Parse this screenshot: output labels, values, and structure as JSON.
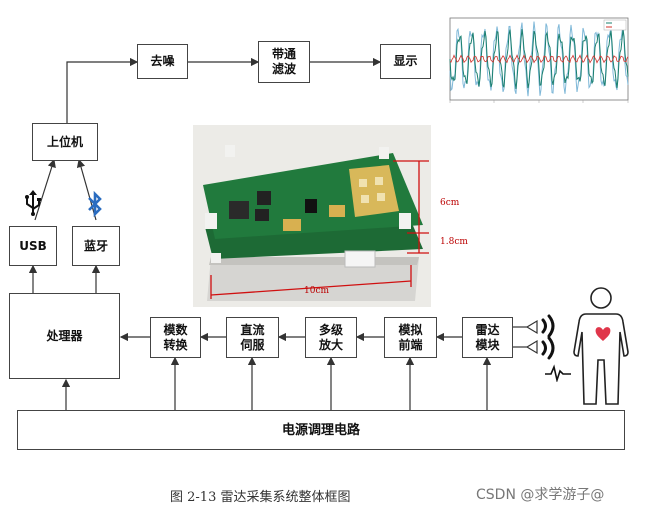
{
  "boxes": {
    "denoise": "去噪",
    "bandpass_l1": "带通",
    "bandpass_l2": "滤波",
    "display": "显示",
    "host": "上位机",
    "usb": "USB",
    "bluetooth": "蓝牙",
    "processor": "处理器",
    "adc_l1": "模数",
    "adc_l2": "转换",
    "servo_l1": "直流",
    "servo_l2": "伺服",
    "amp_l1": "多级",
    "amp_l2": "放大",
    "analog_l1": "模拟",
    "analog_l2": "前端",
    "radar_l1": "雷达",
    "radar_l2": "模块",
    "power": "电源调理电路"
  },
  "photo_labels": {
    "height": "6cm",
    "thickness": "1.8cm",
    "length": "10cm"
  },
  "colors": {
    "line": "#333333",
    "dimension": "#d01010",
    "bluetooth": "#2a6cc0",
    "pcb": "#1e7a3c",
    "heart": "#e0364a"
  },
  "icons": [
    "usb-icon",
    "bluetooth-icon",
    "radar-wave-icon",
    "human-figure-icon",
    "heart-icon"
  ],
  "caption": "图 2-13    雷达采集系统整体框图",
  "watermark": "CSDN @求学游子@"
}
